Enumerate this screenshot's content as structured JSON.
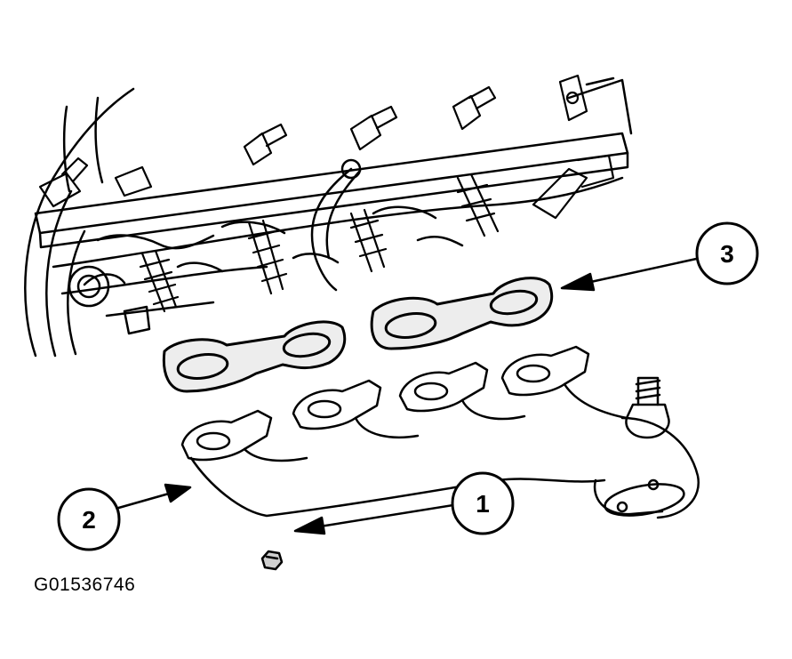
{
  "figure_id": "G01536746",
  "callouts": [
    {
      "label": "1",
      "part": "bolt"
    },
    {
      "label": "2",
      "part": "exhaust-manifold"
    },
    {
      "label": "3",
      "part": "manifold-gasket"
    }
  ],
  "colors": {
    "line": "#000000",
    "background": "#ffffff",
    "part_fill": "#d9d9d9"
  }
}
